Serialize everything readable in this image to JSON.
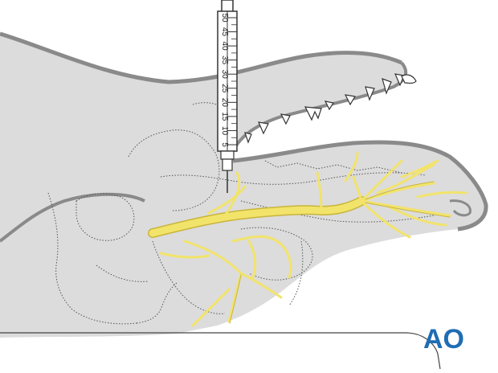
{
  "syringe": {
    "scale_marks": [
      "5",
      "10",
      "15",
      "20",
      "25",
      "30",
      "35",
      "40",
      "45",
      "50"
    ]
  },
  "logo": {
    "text": "AO",
    "color": "#1f6db3"
  },
  "colors": {
    "head_fill": "#dcdcdc",
    "head_outline": "#8a8a8a",
    "nerve": "#f2e36b",
    "nerve_outline": "#c9b53a",
    "bone_outline": "#555555",
    "table_line": "#444444"
  },
  "icons": {
    "syringe": "syringe-icon",
    "needle": "needle-icon"
  }
}
